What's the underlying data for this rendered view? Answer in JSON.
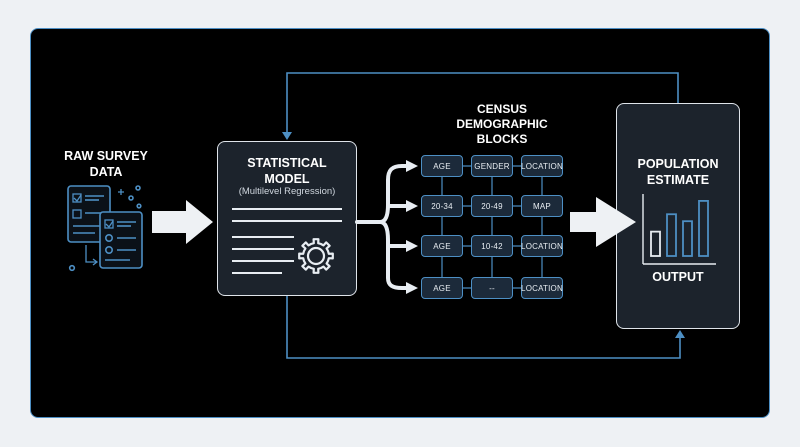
{
  "input": {
    "title_line1": "RAW SURVEY",
    "title_line2": "DATA"
  },
  "model": {
    "title_line1": "STATISTICAL",
    "title_line2": "MODEL",
    "subtitle": "(Multilevel Regression)"
  },
  "census": {
    "title_line1": "CENSUS",
    "title_line2": "DEMOGRAPHIC",
    "title_line3": "BLOCKS",
    "rows": [
      [
        "AGE",
        "GENDER",
        "LOCATION"
      ],
      [
        "20-34",
        "20-49",
        "MAP"
      ],
      [
        "AGE",
        "10-42",
        "LOCATION"
      ],
      [
        "AGE",
        "--",
        "LOCATION"
      ]
    ]
  },
  "output": {
    "title_line1": "POPULATION",
    "title_line2": "ESTIMATE",
    "footer": "OUTPUT",
    "bar_levels": [
      0.42,
      0.72,
      0.6,
      0.95
    ]
  },
  "colors": {
    "accent": "#4d8fc4",
    "card_bg": "#1c232c",
    "background": "#000000",
    "page": "#eef1f4"
  },
  "icons": [
    "survey-form-icon",
    "gear-icon",
    "bar-chart-icon",
    "arrow-icon"
  ]
}
